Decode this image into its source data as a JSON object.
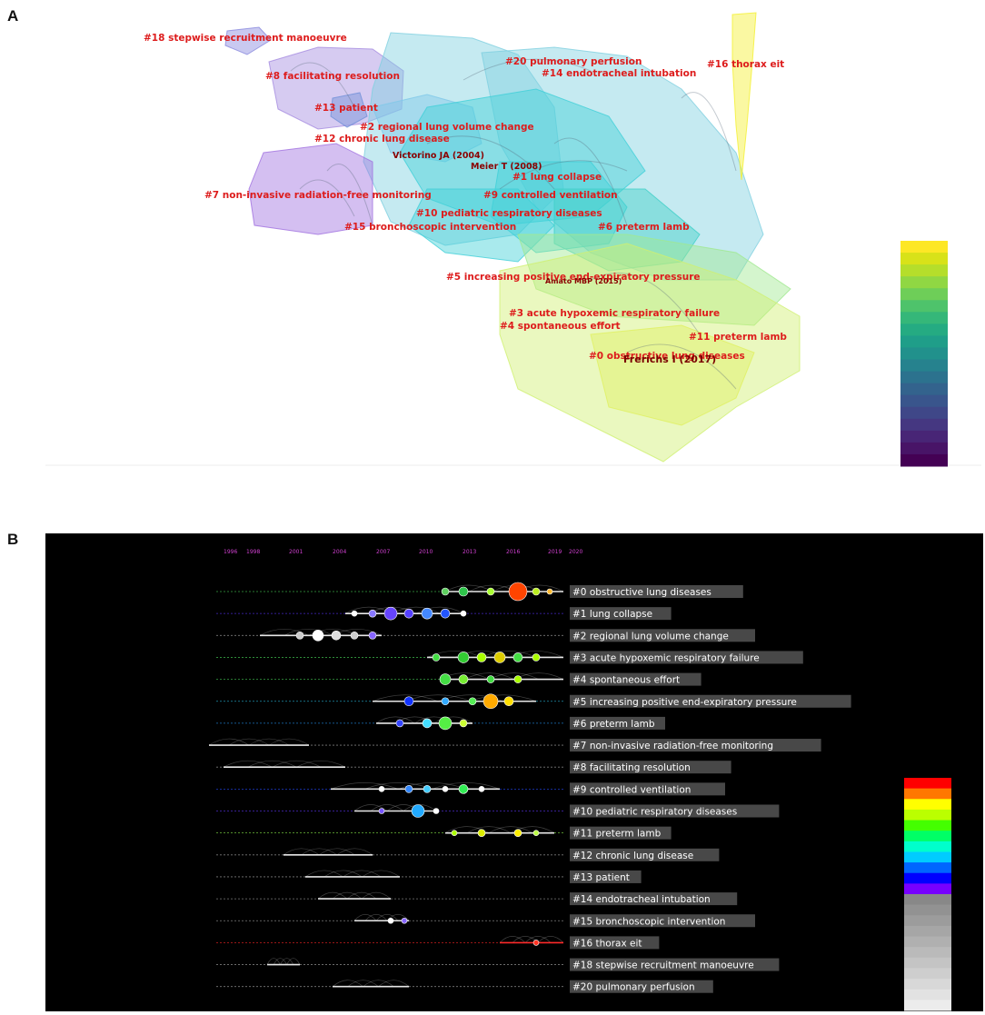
{
  "panel_a": {
    "label": "A",
    "clusters": [
      {
        "id": 0,
        "label": "#18 stepwise recruitment manoeuvre",
        "color": "#8888dd"
      },
      {
        "id": 1,
        "label": "#8 facilitating resolution",
        "color": "#a58be0"
      },
      {
        "id": 2,
        "label": "#20 pulmonary perfusion",
        "color": "#7fd0e0"
      },
      {
        "id": 3,
        "label": "#14 endotracheal intubation",
        "color": "#7fd0e0"
      },
      {
        "id": 4,
        "label": "#16 thorax eit",
        "color": "#f4f030"
      },
      {
        "id": 5,
        "label": "#13 patient",
        "color": "#7090d8"
      },
      {
        "id": 6,
        "label": "#2 regional lung volume change",
        "color": "#7fc8e8"
      },
      {
        "id": 7,
        "label": "#12 chronic lung disease",
        "color": "#a070e0"
      },
      {
        "id": 8,
        "label": "#1 lung collapse",
        "color": "#40d0d8"
      },
      {
        "id": 9,
        "label": "#9 controlled ventilation",
        "color": "#40d0d8"
      },
      {
        "id": 10,
        "label": "#7 non-invasive radiation-free monitoring",
        "color": "#b050e0"
      },
      {
        "id": 11,
        "label": "#10 pediatric respiratory diseases",
        "color": "#40d0d8"
      },
      {
        "id": 12,
        "label": "#15 bronchoscopic intervention",
        "color": "#40d0d8"
      },
      {
        "id": 13,
        "label": "#6 preterm lamb",
        "color": "#40d0c8"
      },
      {
        "id": 14,
        "label": "#5 increasing positive end-expiratory pressure",
        "color": "#a0e890"
      },
      {
        "id": 15,
        "label": "#3 acute hypoxemic respiratory failure",
        "color": "#d0f070"
      },
      {
        "id": 16,
        "label": "#4 spontaneous effort",
        "color": "#d0f070"
      },
      {
        "id": 17,
        "label": "#11 preterm lamb",
        "color": "#e0f060"
      },
      {
        "id": 18,
        "label": "#0 obstructive lung diseases",
        "color": "#e0f060"
      }
    ],
    "refs": [
      {
        "label": "Victorino JA (2004)"
      },
      {
        "label": "Meier T (2008)"
      },
      {
        "label": "Amato MBP (2015)"
      },
      {
        "label": "Frerichs I (2017)"
      }
    ],
    "colorbar": [
      "#fde725",
      "#d8e219",
      "#b5de2b",
      "#90d743",
      "#6ece58",
      "#4ec36b",
      "#35b779",
      "#25ab82",
      "#1f9e89",
      "#21918c",
      "#26828e",
      "#2c728e",
      "#33638d",
      "#39558c",
      "#3f4788",
      "#453781",
      "#482576",
      "#481467",
      "#440154"
    ]
  },
  "panel_b": {
    "label": "B",
    "years": [
      "1996",
      "1998",
      "2001",
      "2004",
      "2007",
      "2010",
      "2013",
      "2016",
      "2019",
      "2020"
    ],
    "clusters": [
      {
        "label": "#0 obstructive lung diseases",
        "line": "#3cb34a"
      },
      {
        "label": "#1 lung collapse",
        "line": "#4a2ad8"
      },
      {
        "label": "#2 regional lung volume change",
        "line": "#888888"
      },
      {
        "label": "#3 acute hypoxemic respiratory failure",
        "line": "#3cb34a"
      },
      {
        "label": "#4 spontaneous effort",
        "line": "#3cb34a"
      },
      {
        "label": "#5 increasing positive end-expiratory pressure",
        "line": "#20a0c0"
      },
      {
        "label": "#6 preterm lamb",
        "line": "#2080d0"
      },
      {
        "label": "#7 non-invasive radiation-free monitoring",
        "line": "#888888"
      },
      {
        "label": "#8 facilitating resolution",
        "line": "#888888"
      },
      {
        "label": "#9 controlled ventilation",
        "line": "#2040e0"
      },
      {
        "label": "#10 pediatric respiratory diseases",
        "line": "#5030d8"
      },
      {
        "label": "#11 preterm lamb",
        "line": "#7ad040"
      },
      {
        "label": "#12 chronic lung disease",
        "line": "#888888"
      },
      {
        "label": "#13 patient",
        "line": "#888888"
      },
      {
        "label": "#14 endotracheal intubation",
        "line": "#888888"
      },
      {
        "label": "#15 bronchoscopic intervention",
        "line": "#888888"
      },
      {
        "label": "#16 thorax eit",
        "line": "#e02020"
      },
      {
        "label": "#18 stepwise recruitment manoeuvre",
        "line": "#888888"
      },
      {
        "label": "#20 pulmonary perfusion",
        "line": "#888888"
      }
    ],
    "colorbar": [
      "#ff0000",
      "#ff7700",
      "#ffff00",
      "#bbff00",
      "#44ff00",
      "#00ff66",
      "#00ffcc",
      "#00ccff",
      "#0066ff",
      "#0000ff",
      "#7700ff",
      "#888888",
      "#929292",
      "#9c9c9c",
      "#a6a6a6",
      "#b0b0b0",
      "#bababa",
      "#c4c4c4",
      "#cecece",
      "#d8d8d8",
      "#e2e2e2",
      "#ececec"
    ]
  }
}
